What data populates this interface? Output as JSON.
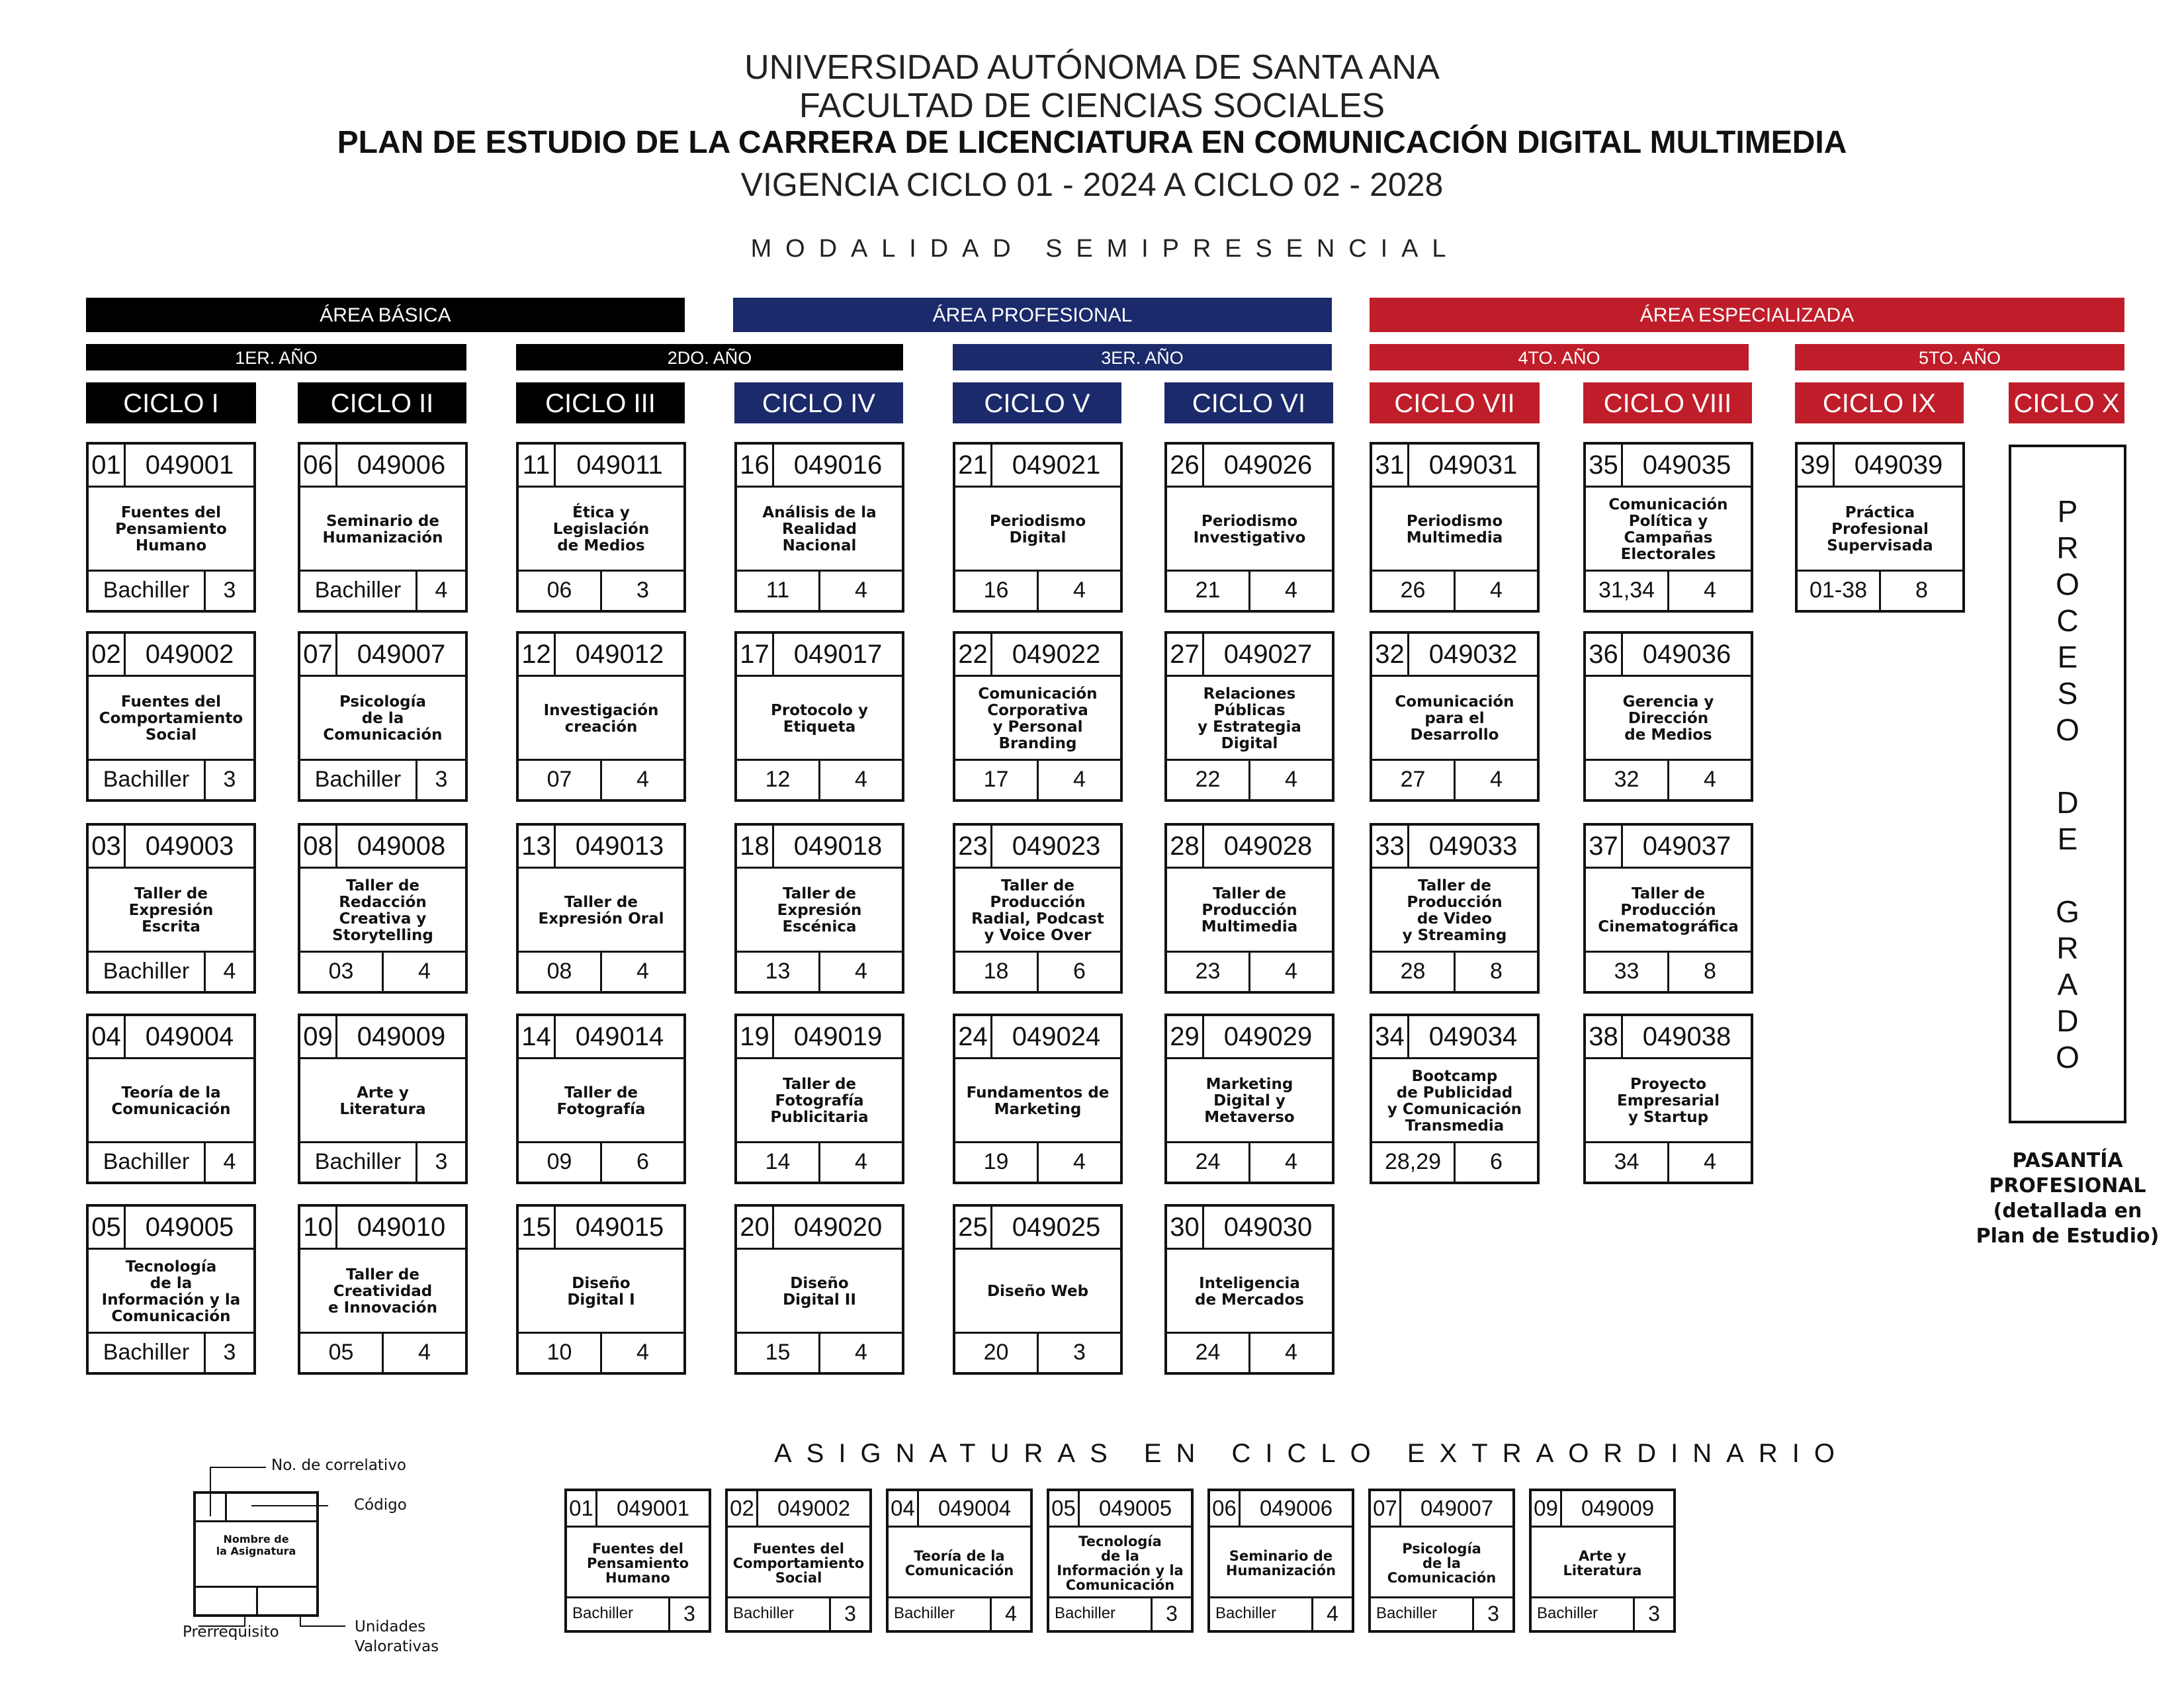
{
  "header": {
    "line1": "UNIVERSIDAD AUTÓNOMA DE SANTA ANA",
    "line2": "FACULTAD DE CIENCIAS SOCIALES",
    "line3": "PLAN DE ESTUDIO DE LA CARRERA DE LICENCIATURA EN COMUNICACIÓN DIGITAL MULTIMEDIA",
    "line4": "VIGENCIA CICLO 01 - 2024  A  CICLO 02 - 2028",
    "modalidad": "MODALIDAD SEMIPRESENCIAL"
  },
  "areas": [
    "ÁREA BÁSICA",
    "ÁREA PROFESIONAL",
    "ÁREA ESPECIALIZADA"
  ],
  "years": [
    "1ER. AÑO",
    "2DO. AÑO",
    "3ER. AÑO",
    "4TO. AÑO",
    "5TO. AÑO"
  ],
  "ciclos": [
    "CICLO I",
    "CICLO II",
    "CICLO III",
    "CICLO IV",
    "CICLO V",
    "CICLO VI",
    "CICLO VII",
    "CICLO VIII",
    "CICLO IX",
    "CICLO X"
  ],
  "courses": [
    {
      "num": "01",
      "code": "049001",
      "name": "Fuentes del\nPensamiento\nHumano",
      "pre": "Bachiller",
      "uv": "3"
    },
    {
      "num": "02",
      "code": "049002",
      "name": "Fuentes del\nComportamiento\nSocial",
      "pre": "Bachiller",
      "uv": "3"
    },
    {
      "num": "03",
      "code": "049003",
      "name": "Taller de\nExpresión\nEscrita",
      "pre": "Bachiller",
      "uv": "4"
    },
    {
      "num": "04",
      "code": "049004",
      "name": "Teoría de la\nComunicación",
      "pre": "Bachiller",
      "uv": "4"
    },
    {
      "num": "05",
      "code": "049005",
      "name": "Tecnología\nde la\nInformación y la\nComunicación",
      "pre": "Bachiller",
      "uv": "3"
    },
    {
      "num": "06",
      "code": "049006",
      "name": "Seminario de\nHumanización",
      "pre": "Bachiller",
      "uv": "4"
    },
    {
      "num": "07",
      "code": "049007",
      "name": "Psicología\nde la\nComunicación",
      "pre": "Bachiller",
      "uv": "3"
    },
    {
      "num": "08",
      "code": "049008",
      "name": "Taller de\nRedacción\nCreativa y\nStorytelling",
      "pre": "03",
      "uv": "4"
    },
    {
      "num": "09",
      "code": "049009",
      "name": "Arte y\nLiteratura",
      "pre": "Bachiller",
      "uv": "3"
    },
    {
      "num": "10",
      "code": "049010",
      "name": "Taller de\nCreatividad\ne Innovación",
      "pre": "05",
      "uv": "4"
    },
    {
      "num": "11",
      "code": "049011",
      "name": "Ética y\nLegislación\nde Medios",
      "pre": "06",
      "uv": "3"
    },
    {
      "num": "12",
      "code": "049012",
      "name": "Investigación\ncreación",
      "pre": "07",
      "uv": "4"
    },
    {
      "num": "13",
      "code": "049013",
      "name": "Taller de\nExpresión Oral",
      "pre": "08",
      "uv": "4"
    },
    {
      "num": "14",
      "code": "049014",
      "name": "Taller de\nFotografía",
      "pre": "09",
      "uv": "6"
    },
    {
      "num": "15",
      "code": "049015",
      "name": "Diseño\nDigital I",
      "pre": "10",
      "uv": "4"
    },
    {
      "num": "16",
      "code": "049016",
      "name": "Análisis de la\nRealidad\nNacional",
      "pre": "11",
      "uv": "4"
    },
    {
      "num": "17",
      "code": "049017",
      "name": "Protocolo y\nEtiqueta",
      "pre": "12",
      "uv": "4"
    },
    {
      "num": "18",
      "code": "049018",
      "name": "Taller de\nExpresión\nEscénica",
      "pre": "13",
      "uv": "4"
    },
    {
      "num": "19",
      "code": "049019",
      "name": "Taller de\nFotografía\nPublicitaria",
      "pre": "14",
      "uv": "4"
    },
    {
      "num": "20",
      "code": "049020",
      "name": "Diseño\nDigital II",
      "pre": "15",
      "uv": "4"
    },
    {
      "num": "21",
      "code": "049021",
      "name": "Periodismo\nDigital",
      "pre": "16",
      "uv": "4"
    },
    {
      "num": "22",
      "code": "049022",
      "name": "Comunicación\nCorporativa\ny Personal\nBranding",
      "pre": "17",
      "uv": "4"
    },
    {
      "num": "23",
      "code": "049023",
      "name": "Taller de\nProducción\nRadial, Podcast\ny Voice Over",
      "pre": "18",
      "uv": "6"
    },
    {
      "num": "24",
      "code": "049024",
      "name": "Fundamentos de\nMarketing",
      "pre": "19",
      "uv": "4"
    },
    {
      "num": "25",
      "code": "049025",
      "name": "Diseño Web",
      "pre": "20",
      "uv": "3"
    },
    {
      "num": "26",
      "code": "049026",
      "name": "Periodismo\nInvestigativo",
      "pre": "21",
      "uv": "4"
    },
    {
      "num": "27",
      "code": "049027",
      "name": "Relaciones\nPúblicas\ny Estrategia\nDigital",
      "pre": "22",
      "uv": "4"
    },
    {
      "num": "28",
      "code": "049028",
      "name": "Taller de\nProducción\nMultimedia",
      "pre": "23",
      "uv": "4"
    },
    {
      "num": "29",
      "code": "049029",
      "name": "Marketing\nDigital y\nMetaverso",
      "pre": "24",
      "uv": "4"
    },
    {
      "num": "30",
      "code": "049030",
      "name": "Inteligencia\nde Mercados",
      "pre": "24",
      "uv": "4"
    },
    {
      "num": "31",
      "code": "049031",
      "name": "Periodismo\nMultimedia",
      "pre": "26",
      "uv": "4"
    },
    {
      "num": "32",
      "code": "049032",
      "name": "Comunicación\npara el\nDesarrollo",
      "pre": "27",
      "uv": "4"
    },
    {
      "num": "33",
      "code": "049033",
      "name": "Taller de\nProducción\nde Video\ny Streaming",
      "pre": "28",
      "uv": "8"
    },
    {
      "num": "34",
      "code": "049034",
      "name": "Bootcamp\nde Publicidad\ny Comunicación\nTransmedia",
      "pre": "28,29",
      "uv": "6"
    },
    {
      "num": "35",
      "code": "049035",
      "name": "Comunicación\nPolítica y\nCampañas\nElectorales",
      "pre": "31,34",
      "uv": "4"
    },
    {
      "num": "36",
      "code": "049036",
      "name": "Gerencia y\nDirección\nde Medios",
      "pre": "32",
      "uv": "4"
    },
    {
      "num": "37",
      "code": "049037",
      "name": "Taller de\nProducción\nCinematográfica",
      "pre": "33",
      "uv": "8"
    },
    {
      "num": "38",
      "code": "049038",
      "name": "Proyecto\nEmpresarial\ny Startup",
      "pre": "34",
      "uv": "4"
    },
    {
      "num": "39",
      "code": "049039",
      "name": "Práctica\nProfesional\nSupervisada",
      "pre": "01-38",
      "uv": "8"
    }
  ],
  "proceso_de_grado": [
    "P",
    "R",
    "O",
    "C",
    "E",
    "S",
    "O",
    "",
    "D",
    "E",
    "",
    "G",
    "R",
    "A",
    "D",
    "O"
  ],
  "pasantia": "PASANTÍA\nPROFESIONAL\n(detallada en\nPlan de Estudio)",
  "extra": {
    "title": "ASIGNATURAS EN CICLO EXTRAORDINARIO",
    "courses": [
      {
        "num": "01",
        "code": "049001",
        "name": "Fuentes del\nPensamiento\nHumano",
        "pre": "Bachiller",
        "uv": "3"
      },
      {
        "num": "02",
        "code": "049002",
        "name": "Fuentes del\nComportamiento\nSocial",
        "pre": "Bachiller",
        "uv": "3"
      },
      {
        "num": "04",
        "code": "049004",
        "name": "Teoría de la\nComunicación",
        "pre": "Bachiller",
        "uv": "4"
      },
      {
        "num": "05",
        "code": "049005",
        "name": "Tecnología\nde la\nInformación y la\nComunicación",
        "pre": "Bachiller",
        "uv": "3"
      },
      {
        "num": "06",
        "code": "049006",
        "name": "Seminario de\nHumanización",
        "pre": "Bachiller",
        "uv": "4"
      },
      {
        "num": "07",
        "code": "049007",
        "name": "Psicología\nde la\nComunicación",
        "pre": "Bachiller",
        "uv": "3"
      },
      {
        "num": "09",
        "code": "049009",
        "name": "Arte y\nLiteratura",
        "pre": "Bachiller",
        "uv": "3"
      }
    ]
  },
  "legend": {
    "correlativo": "No. de correlativo",
    "codigo": "Código",
    "nombre": "Nombre de\nla Asignatura",
    "prerrequisito": "Prerrequisito",
    "unidades": "Unidades\nValorativas"
  },
  "colors": {
    "basica": "#000000",
    "profesional": "#1b2a6b",
    "especializada": "#c01d2a"
  }
}
